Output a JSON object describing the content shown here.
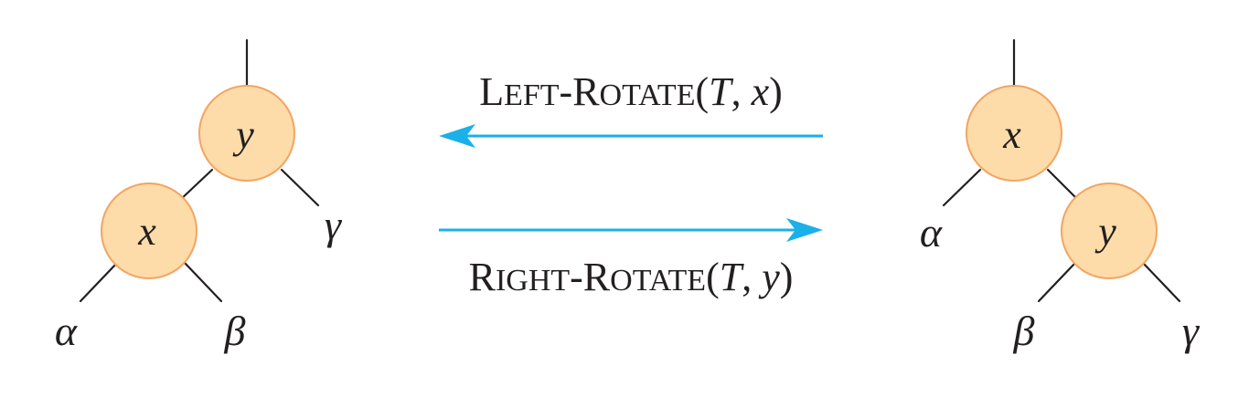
{
  "left_tree": {
    "root": "y",
    "child": "x",
    "leaf_alpha": "α",
    "leaf_beta": "β",
    "leaf_gamma": "γ"
  },
  "right_tree": {
    "root": "x",
    "child": "y",
    "leaf_alpha": "α",
    "leaf_beta": "β",
    "leaf_gamma": "γ"
  },
  "operations": {
    "left_rotate": {
      "first_letter": "L",
      "small_caps_1": "EFT",
      "hyphen": "-",
      "second_letter": "R",
      "small_caps_2": "OTATE",
      "open_paren": "(",
      "arg1": "T",
      "comma": ", ",
      "arg2": "x",
      "close_paren": ")"
    },
    "right_rotate": {
      "first_letter": "R",
      "small_caps_1": "IGHT",
      "hyphen": "-",
      "second_letter": "R",
      "small_caps_2": "OTATE",
      "open_paren": "(",
      "arg1": "T",
      "comma": ", ",
      "arg2": "y",
      "close_paren": ")"
    }
  },
  "colors": {
    "node_fill": "#fddcaa",
    "node_stroke": "#f4a460",
    "arrow": "#1ab0e8",
    "ink": "#231f20"
  }
}
